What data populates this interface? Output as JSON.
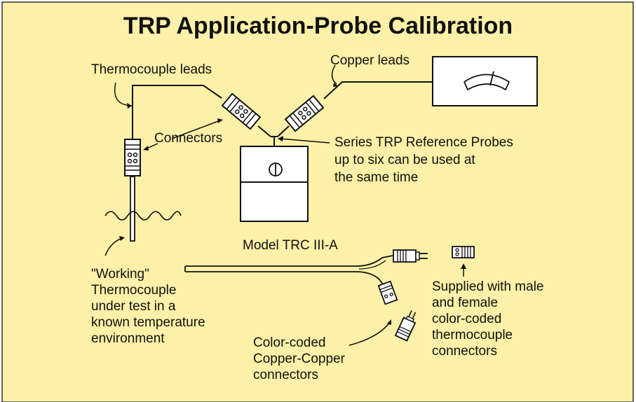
{
  "title": "TRP Application-Probe Calibration",
  "labels": {
    "thermocouple_leads": "Thermocouple leads",
    "copper_leads": "Copper leads",
    "connectors": "Connectors",
    "reference_probes": "Series TRP Reference Probes\nup to six can be used at\nthe same time",
    "model": "Model TRC III-A",
    "working_thermocouple": "\"Working\"\nThermocouple\nunder test in a\nknown temperature\nenvironment",
    "copper_connectors": "Color-coded\nCopper-Copper\nconnectors",
    "supplied": "Supplied with male\nand female\ncolor-coded\nthermocouple\nconnectors"
  },
  "colors": {
    "background": "#fdf0a8",
    "border": "#333333",
    "line": "#111111"
  }
}
